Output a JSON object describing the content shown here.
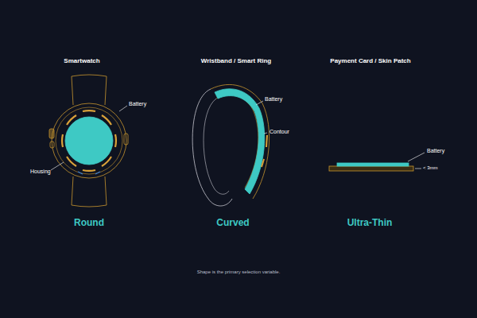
{
  "diagram": {
    "caption": "Shape is the primary selection variable.",
    "labels": [
      "Smartwatch",
      "Battery",
      "Housing",
      "Round",
      "Wristband / Smart Ring",
      "Battery",
      "Contour",
      "Curved",
      "Payment Card / Skin Patch",
      "Battery",
      "< 3mm",
      "Ultra-Thin"
    ]
  }
}
